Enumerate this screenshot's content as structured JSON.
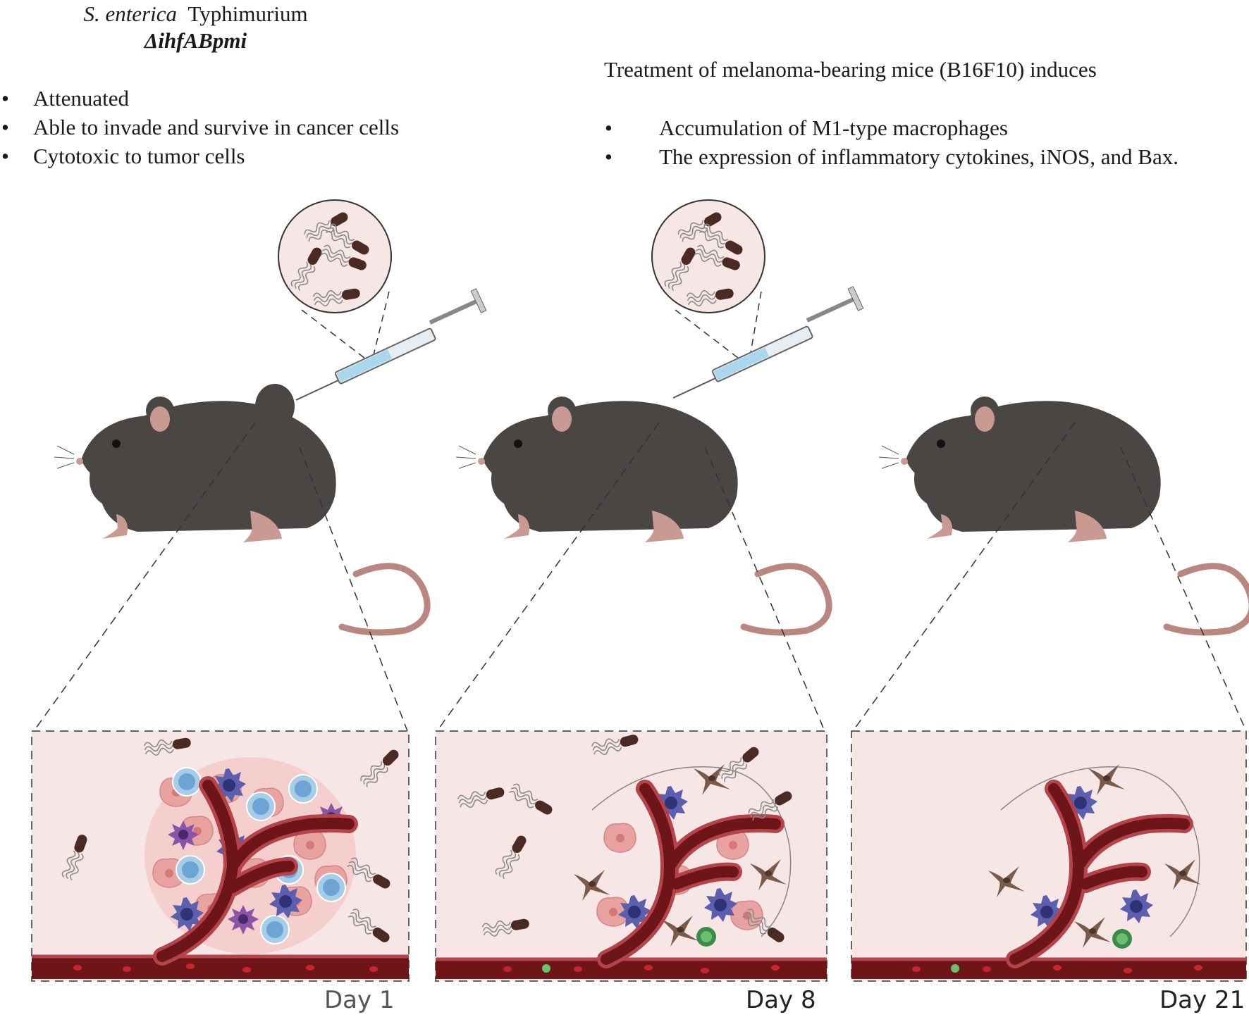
{
  "bacterium": {
    "species": "S. enterica",
    "serovar": "Typhimurium",
    "strain": "ΔihfABpmi"
  },
  "properties": [
    "Attenuated",
    "Able to invade and survive in cancer cells",
    "Cytotoxic to tumor cells"
  ],
  "treatment": {
    "heading": "Treatment of melanoma-bearing mice (B16F10) induces",
    "effects": [
      "Accumulation of M1-type macrophages",
      "The expression of inflammatory cytokines, iNOS, and Bax."
    ]
  },
  "panels": [
    {
      "day_label": "Day 1",
      "injection": true
    },
    {
      "day_label": "Day 8",
      "injection": true
    },
    {
      "day_label": "Day 21",
      "injection": false
    }
  ],
  "colors": {
    "mouse_body": "#4a4644",
    "mouse_pink": "#c99a91",
    "panel_bg": "#f7e6e6",
    "vessel_dark": "#6e1519",
    "vessel_wall": "#b4444a",
    "tumor_cell": "#e8a3a1",
    "macrophage": "#5b5fae",
    "dendritic_cell": "#8a55a8",
    "t_cell": "#a6cde8",
    "fibroblast": "#7a5a48",
    "bacterium": "#4a2a22",
    "syringe_liquid": "#a9d8ec"
  },
  "icons": [
    "mouse-icon",
    "syringe-icon",
    "bacteria-magnifier-icon",
    "blood-vessel-icon",
    "bacterium-icon",
    "macrophage-icon"
  ]
}
